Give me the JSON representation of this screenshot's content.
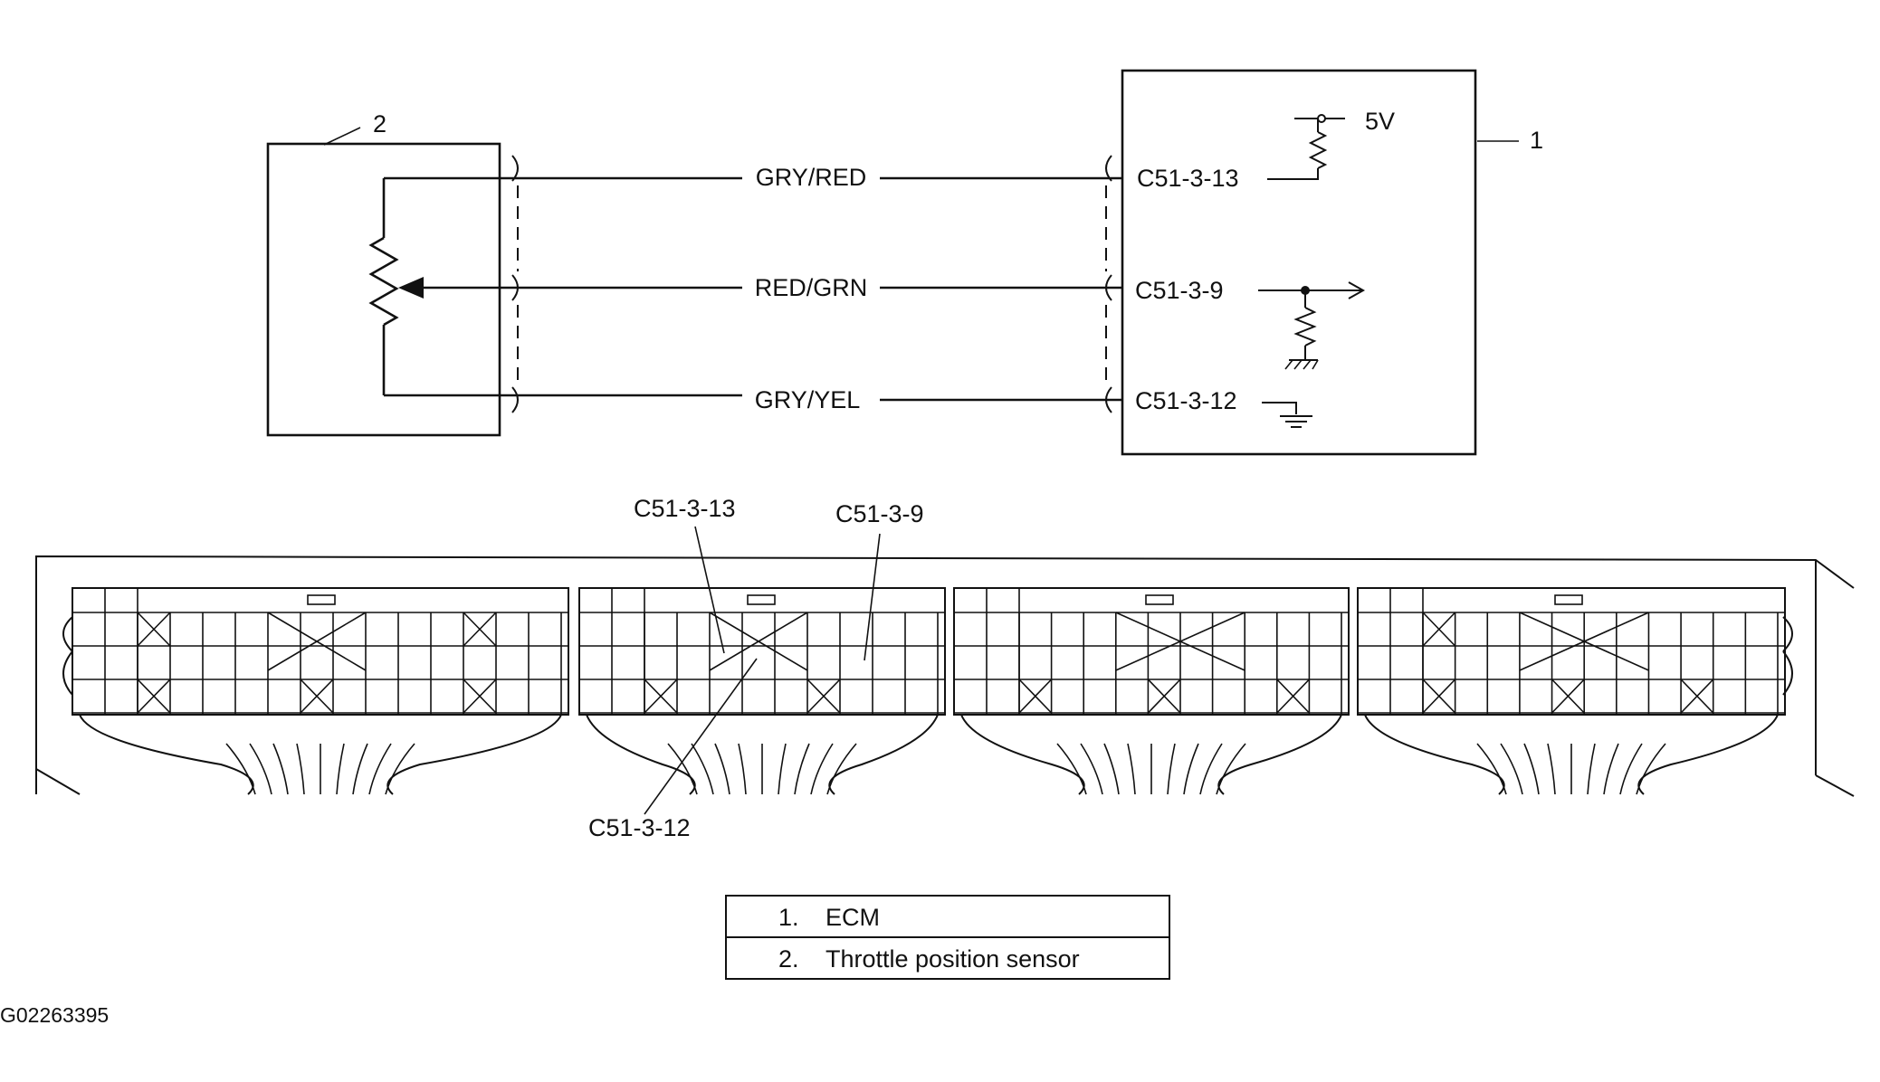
{
  "callouts": {
    "ecm_number": "1",
    "sensor_number": "2"
  },
  "supply_voltage": "5V",
  "wires": [
    {
      "color_code": "GRY/RED",
      "pin": "C51-3-13"
    },
    {
      "color_code": "RED/GRN",
      "pin": "C51-3-9"
    },
    {
      "color_code": "GRY/YEL",
      "pin": "C51-3-12"
    }
  ],
  "connector_view": {
    "pin_labels": {
      "top_left": "C51-3-13",
      "top_right": "C51-3-9",
      "bottom": "C51-3-12"
    }
  },
  "legend": [
    {
      "number": "1.",
      "text": "ECM"
    },
    {
      "number": "2.",
      "text": "Throttle position sensor"
    }
  ],
  "figure_id": "G02263395"
}
